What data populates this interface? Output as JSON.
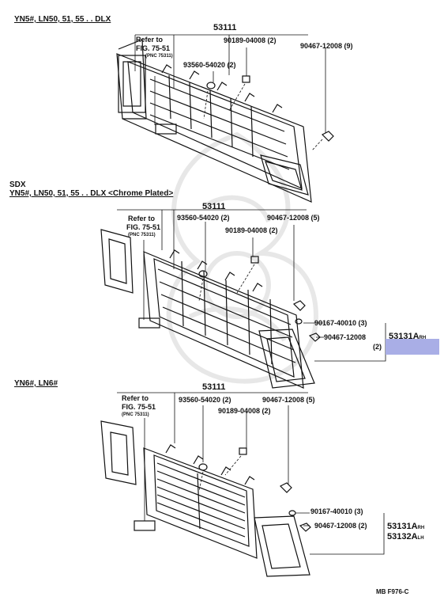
{
  "sections": [
    {
      "title": "YN5#, LN50, 51, 55 . . DLX",
      "part_main": "53111",
      "refer": "Refer to",
      "fig": "FIG. 75-51",
      "pnc": "(PNC 75311)",
      "callouts": [
        "90189-04008 (2)",
        "90467-12008 (9)",
        "93560-54020 (2)"
      ]
    },
    {
      "subtitle": "SDX",
      "title": "YN5#, LN50, 51, 55 . . DLX <Chrome Plated>",
      "part_main": "53111",
      "refer": "Refer to",
      "fig": "FIG. 75-51",
      "pnc": "(PNC 75311)",
      "callouts": [
        "93560-54020 (2)",
        "90467-12008 (5)",
        "90189-04008 (2)",
        "90167-40010 (3)",
        "90467-12008",
        "(2)"
      ],
      "side_part": "53131A",
      "side_part_suffix": "RH"
    },
    {
      "title": "YN6#, LN6#",
      "part_main": "53111",
      "refer": "Refer to",
      "fig": "FIG. 75-51",
      "pnc": "(PNC 75311)",
      "callouts": [
        "93560-54020 (2)",
        "90467-12008 (5)",
        "90189-04008 (2)",
        "90167-40010 (3)",
        "90467-12008 (2)"
      ],
      "side_parts": [
        "53131A",
        "53132A"
      ],
      "side_part_suffixes": [
        "RH",
        "LH"
      ]
    }
  ],
  "footer_code": "MB F976-C",
  "highlight_color": "#a9aee6"
}
